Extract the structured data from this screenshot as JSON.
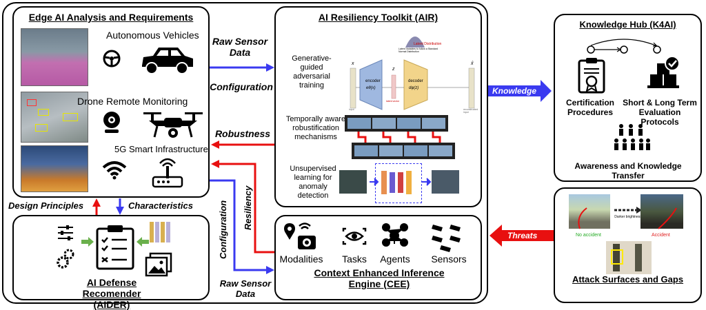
{
  "edge": {
    "title": "Edge AI Analysis and Requirements",
    "rows": [
      {
        "label": "Autonomous Vehicles"
      },
      {
        "label": "Drone Remote Monitoring"
      },
      {
        "label": "5G Smart Infrastructure"
      }
    ]
  },
  "air": {
    "title": "AI Resiliency Toolkit (AIR)",
    "rows": [
      {
        "label": "Generative-guided adversarial training"
      },
      {
        "label": "Temporally aware robustification mechanisms"
      },
      {
        "label": "Unsupervised learning for anomaly detection"
      }
    ],
    "vae": {
      "latent_title": "Latent Distribution",
      "latent_sub": "Latent Variables to follow a Standard Normal Distribution",
      "encoder": "encoder",
      "encoder_fn": "eθ(x)",
      "decoder": "decoder",
      "decoder_fn": "dφ(z)",
      "x": "x",
      "z": "z",
      "xhat": "x̂",
      "input": "input",
      "latent_vector": "latent vector",
      "reconstructed": "reconstructed input"
    }
  },
  "k4ai": {
    "title": "Knowledge Hub (K4AI)",
    "cert": "Certification Procedures",
    "eval": "Short & Long Term Evaluation Protocols",
    "transfer": "Awareness and Knowledge Transfer"
  },
  "aider": {
    "title": "AI Defense Recomender (AIDER)"
  },
  "cee": {
    "title": "Context Enhanced Inference Engine (CEE)",
    "items": [
      "Modalities",
      "Tasks",
      "Agents",
      "Sensors"
    ]
  },
  "attack": {
    "title": "Attack Surfaces and Gaps",
    "no_accident": "No accident",
    "accident": "Accident",
    "darker": "Darker brightness"
  },
  "arrows": {
    "raw_sensor_data_top": "Raw Sensor Data",
    "configuration_top": "Configuration",
    "robustness": "Robustness",
    "knowledge": "Knowledge",
    "threats": "Threats",
    "design_principles": "Design Principles",
    "characteristics": "Characteristics",
    "configuration_vert": "Configuration",
    "resiliency": "Resiliency",
    "raw_sensor_data_bottom": "Raw Sensor Data"
  },
  "colors": {
    "blue": "#3a3af0",
    "red": "#e81010",
    "cert_green": "#22aa22",
    "accident_red": "#e02020"
  }
}
